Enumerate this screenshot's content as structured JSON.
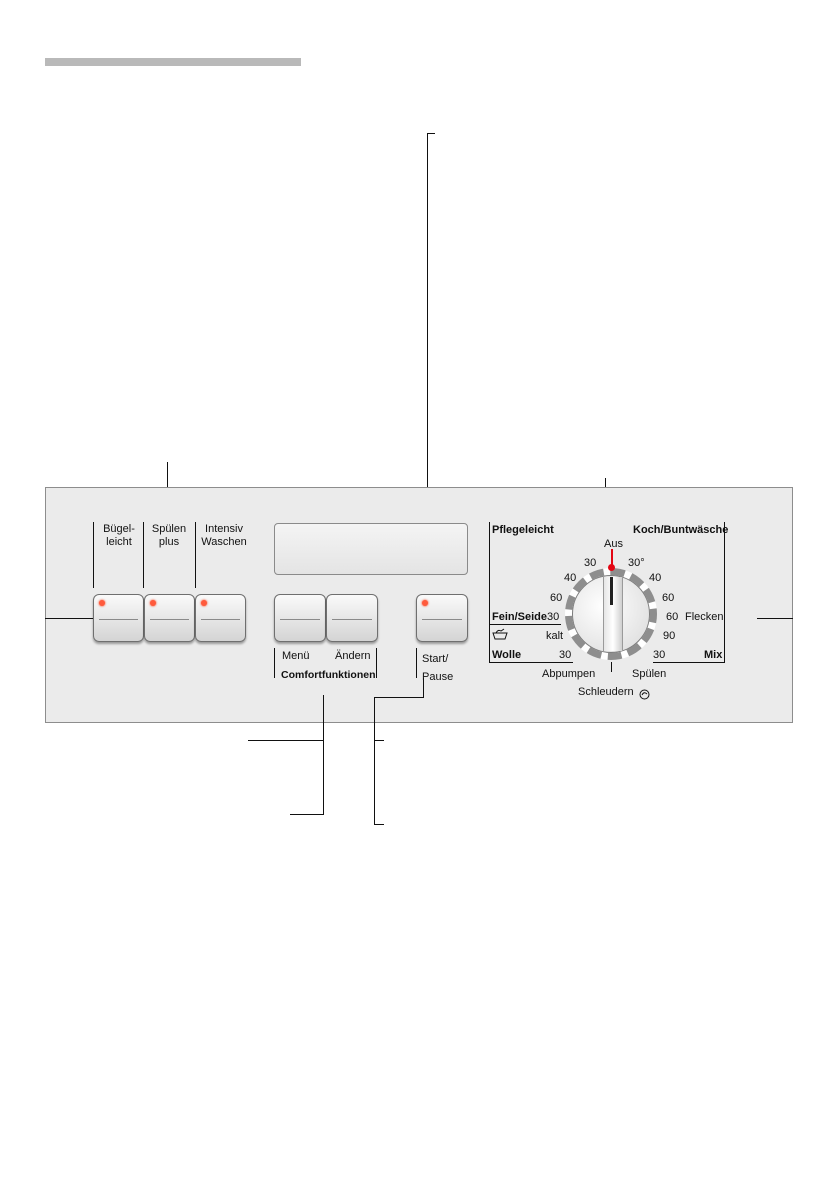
{
  "panel": {
    "buttons_left": {
      "ironing_label": "Bügel-\nleicht",
      "rinse_label": "Spülen\nplus",
      "intensive_label": "Intensiv\nWaschen"
    },
    "comfort": {
      "menu_label": "Menü",
      "change_label": "Ändern",
      "group_label": "Comfortfunktionen"
    },
    "start_label": "Start/\nPause",
    "dial": {
      "off_label": "Aus",
      "group_easy_care": "Pflegeleicht",
      "group_cotton": "Koch/Buntwäsche",
      "group_delicate": "Fein/Seide",
      "group_wool": "Wolle",
      "group_mix": "Mix",
      "left_30_top": "30",
      "left_40": "40",
      "left_60": "60",
      "delicate_30": "30",
      "cold": "kalt",
      "wool_30": "30",
      "right_30deg": "30°",
      "right_40": "40",
      "right_60_top": "60",
      "right_60": "60",
      "stains": "Flecken",
      "right_90": "90",
      "mix_30": "30",
      "drain": "Abpumpen",
      "rinse": "Spülen",
      "spin": "Schleudern",
      "spin_icon": "spin-symbol-icon",
      "wool_icon": "handwash-icon"
    }
  }
}
